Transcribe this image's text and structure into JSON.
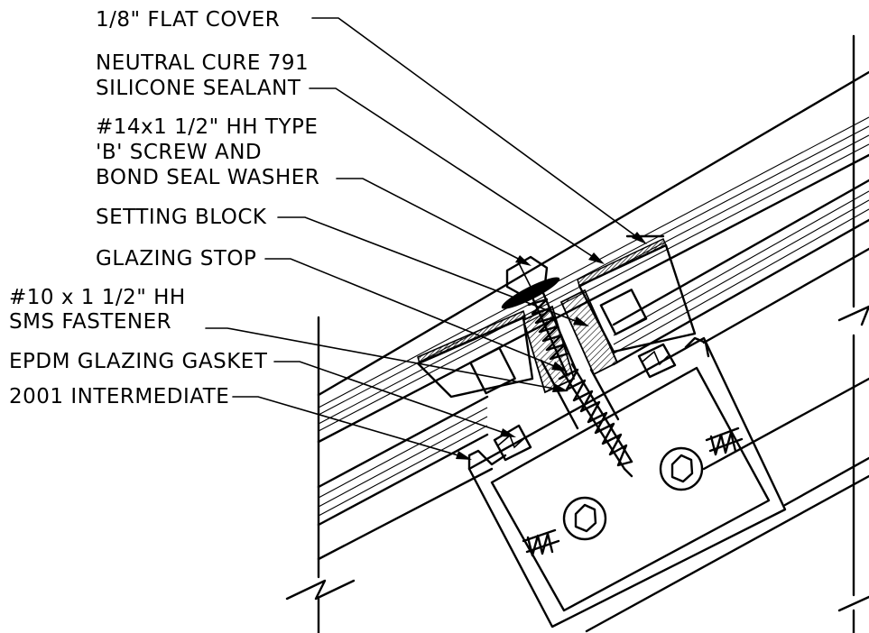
{
  "callouts": [
    {
      "id": "flat-cover",
      "lines": [
        "1/8\" FLAT COVER"
      ]
    },
    {
      "id": "sealant",
      "lines": [
        "NEUTRAL CURE 791",
        "SILICONE SEALANT"
      ]
    },
    {
      "id": "screw",
      "lines": [
        "#14x1 1/2\" HH TYPE",
        "'B' SCREW AND",
        "BOND SEAL WASHER"
      ]
    },
    {
      "id": "setting-block",
      "lines": [
        "SETTING BLOCK"
      ]
    },
    {
      "id": "glazing-stop",
      "lines": [
        "GLAZING STOP"
      ]
    },
    {
      "id": "sms-fastener",
      "lines": [
        "#10 x 1 1/2\" HH",
        "SMS FASTENER"
      ]
    },
    {
      "id": "gasket",
      "lines": [
        "EPDM GLAZING GASKET"
      ]
    },
    {
      "id": "intermediate",
      "lines": [
        "2001 INTERMEDIATE"
      ]
    }
  ]
}
